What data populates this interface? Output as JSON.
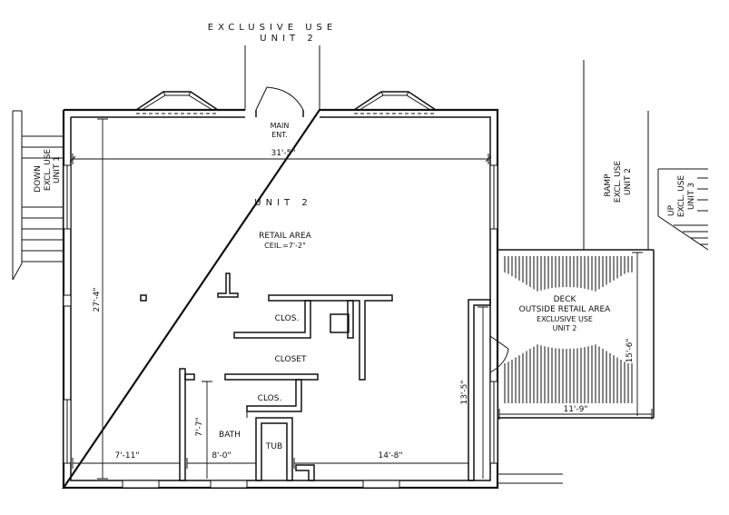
{
  "labels": {
    "exclusive_use_top_line1": "EXCLUSIVE USE",
    "exclusive_use_top_line2": "UNIT 2",
    "main_ent_line1": "MAIN",
    "main_ent_line2": "ENT.",
    "unit": "UNIT 2",
    "retail_area": "RETAIL AREA",
    "ceiling": "CEIL.=7'-2\"",
    "clos_upper": "CLOS.",
    "closet": "CLOSET",
    "clos_lower": "CLOS.",
    "bath": "BATH",
    "tub": "TUB",
    "down_line1": "DOWN",
    "down_line2": "EXCL. USE",
    "down_line3": "UNIT 1",
    "ramp_line1": "RAMP",
    "ramp_line2": "EXCL. USE",
    "ramp_line3": "UNIT 2",
    "up_line1": "UP",
    "up_line2": "EXCL. USE",
    "up_line3": "UNIT 3",
    "deck_line1": "DECK",
    "deck_line2": "OUTSIDE RETAIL AREA",
    "deck_line3": "EXCLUSIVE USE",
    "deck_line4": "UNIT 2"
  },
  "dimensions": {
    "width_overall": "31'-5\"",
    "height_overall": "27'-4\"",
    "bottom_left": "7'-11\"",
    "bath_width": "8'-0\"",
    "bottom_right": "14'-8\"",
    "bath_height": "7'-7\"",
    "right_lower": "13'-5\"",
    "deck_width": "11'-9\"",
    "deck_height": "15'-6\""
  }
}
